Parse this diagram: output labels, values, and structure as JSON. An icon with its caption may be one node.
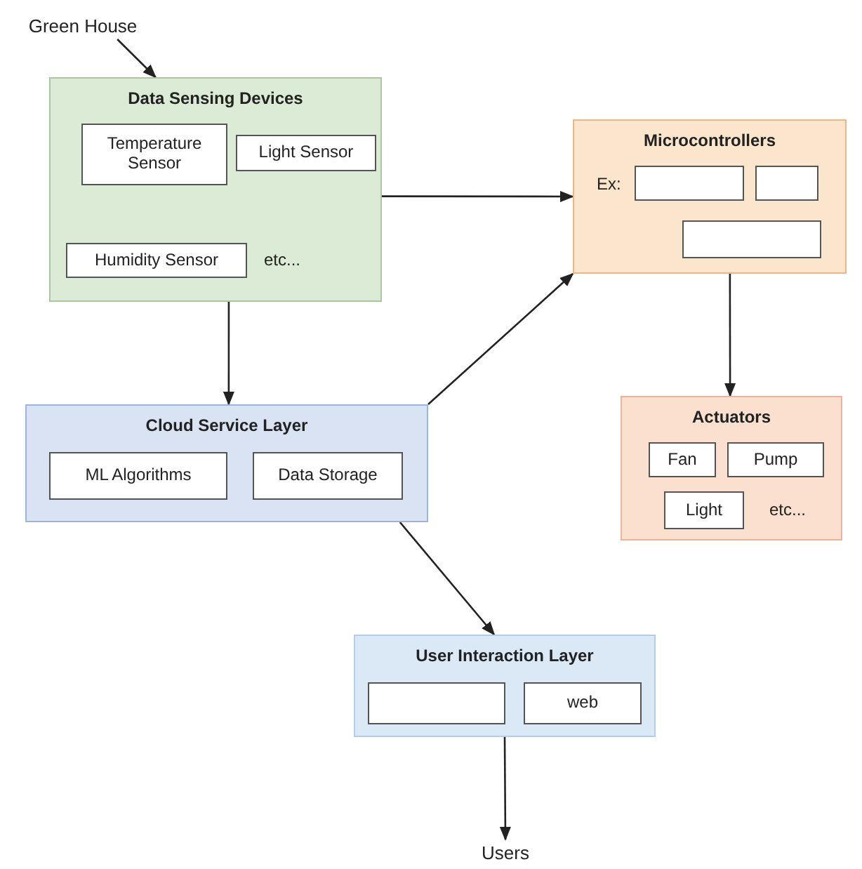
{
  "diagram": {
    "nodes": [
      {
        "text": [
          "Green House"
        ]
      },
      {
        "text": [
          "Data Sensing Devices"
        ]
      },
      {
        "text": [
          "Temperature Sensor"
        ],
        "in": 1
      },
      {
        "text": [
          "Light Sensor"
        ],
        "in": 1
      },
      {
        "text": [
          "Humidity Sensor"
        ],
        "in": 1
      },
      {
        "text": [
          "Microcontrollers"
        ]
      },
      {
        "text": [],
        "shape": "box",
        "in": 5
      },
      {
        "text": [],
        "shape": "box",
        "in": 5
      },
      {
        "text": [],
        "shape": "box",
        "in": 5
      },
      {
        "text": [
          "Cloud Service Layer"
        ]
      },
      {
        "text": [
          "ML Algorithms"
        ],
        "in": 9
      },
      {
        "text": [
          "Data Storage"
        ],
        "in": 9
      },
      {
        "text": [
          "Actuators"
        ]
      },
      {
        "text": [
          "Fan"
        ],
        "in": 12
      },
      {
        "text": [
          "Pump"
        ],
        "in": 12
      },
      {
        "text": [
          "Light"
        ],
        "in": 12
      },
      {
        "text": [
          "User Interaction Layer"
        ]
      },
      {
        "text": [],
        "shape": "box",
        "in": 16
      },
      {
        "text": [
          "web"
        ],
        "in": 16
      },
      {
        "text": [
          "Users"
        ]
      }
    ],
    "edges": [
      {
        "from": 0,
        "to": 1,
        "arrow": "to"
      },
      {
        "from": 1,
        "to": 5,
        "arrow": "to"
      },
      {
        "from": 1,
        "to": 9,
        "arrow": "to"
      },
      {
        "from": 9,
        "to": 5,
        "arrow": "to"
      },
      {
        "from": 5,
        "to": 12,
        "arrow": "to"
      },
      {
        "from": 9,
        "to": 16,
        "arrow": "to"
      },
      {
        "from": 16,
        "to": 19,
        "arrow": "to"
      }
    ],
    "labels": [
      "etc...",
      "Ex:",
      "etc..."
    ]
  }
}
